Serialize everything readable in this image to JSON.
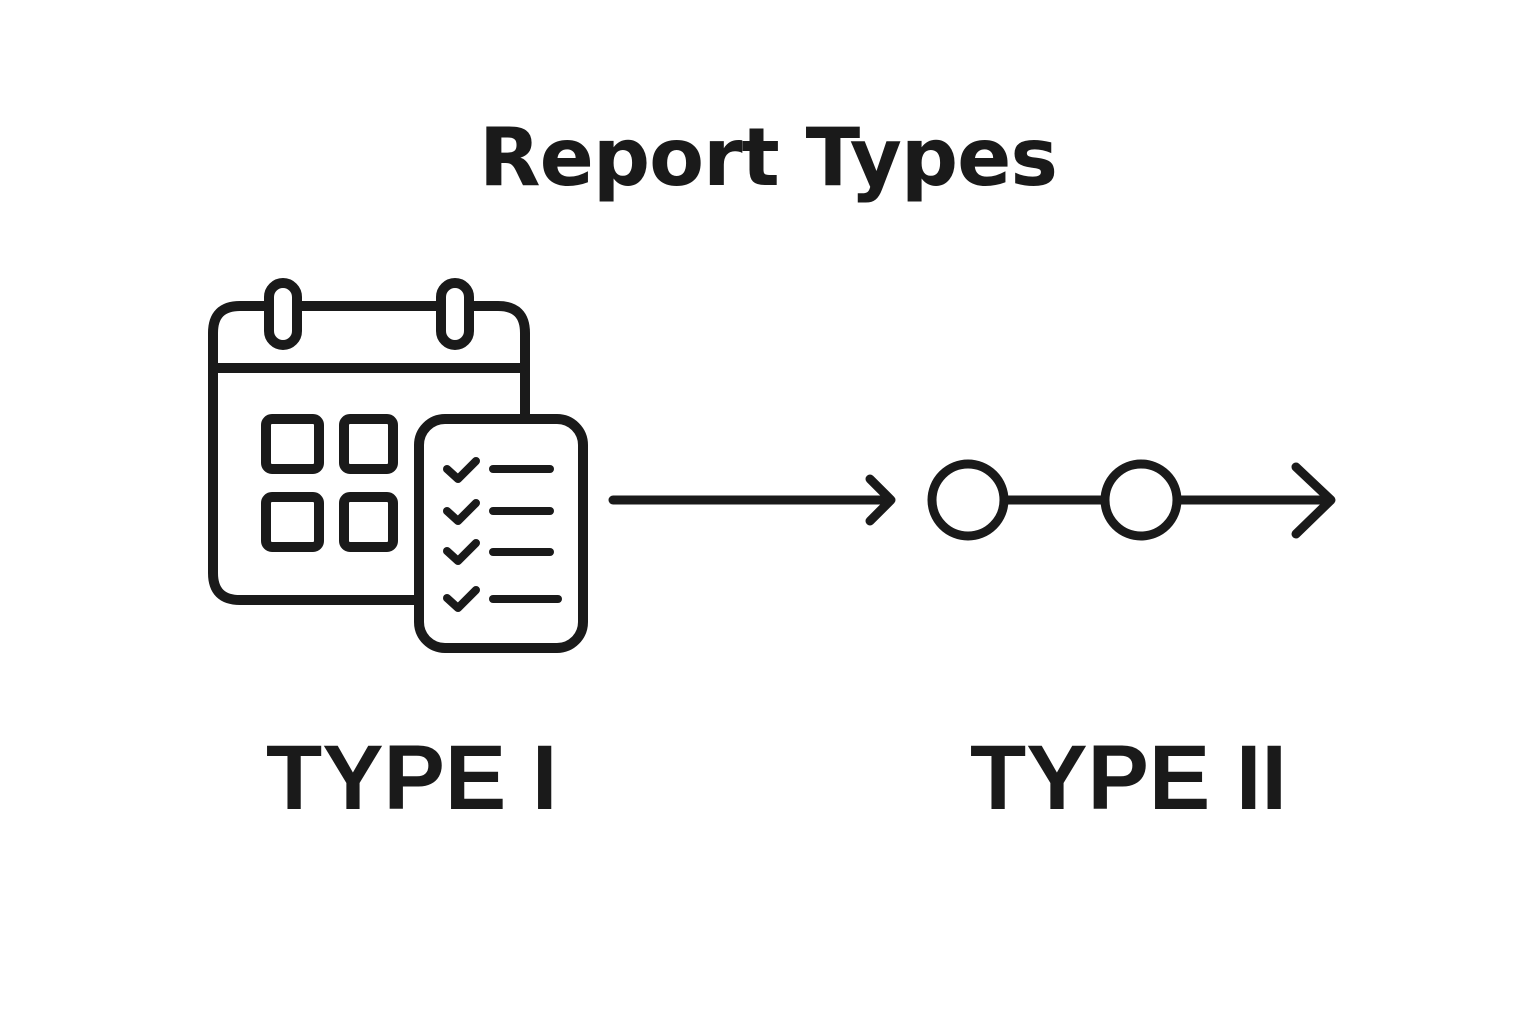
{
  "title": "Report Types",
  "types": [
    {
      "label": "TYPE I",
      "icon": "calendar-checklist-icon"
    },
    {
      "label": "TYPE II",
      "icon": "timeline-arrow-icon"
    }
  ],
  "colors": {
    "stroke": "#1a1a1a",
    "background": "#ffffff"
  }
}
